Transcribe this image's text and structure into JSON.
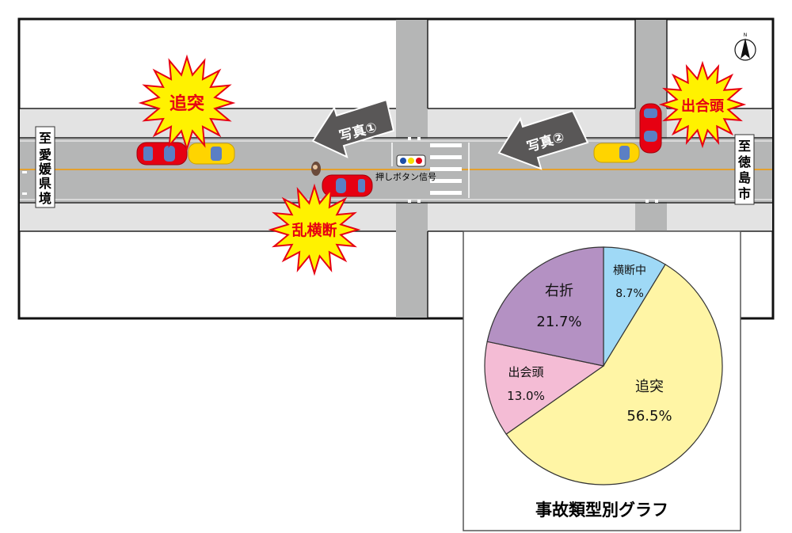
{
  "map": {
    "west_sign": [
      "至",
      "愛",
      "媛",
      "県",
      "境"
    ],
    "east_sign": [
      "至",
      "徳",
      "島",
      "市"
    ],
    "north_label": "N",
    "signal_label": "押しボタン信号",
    "photo1": "写真①",
    "photo2": "写真②",
    "bursts": {
      "rear_end": "追突",
      "jaywalk": "乱横断",
      "crossing": "出合頭"
    },
    "colors": {
      "burst_fill": "#fff200",
      "burst_stroke": "#e60012",
      "road": "#b5b6b6",
      "sidewalk": "#e3e3e3",
      "center_line": "#f39800",
      "arrow": "#595757"
    }
  },
  "chart_data": {
    "type": "pie",
    "title": "事故類型別グラフ",
    "start": "top",
    "direction": "clockwise",
    "slices": [
      {
        "label": "横断中",
        "value": 8.7,
        "value_label": "8.7%",
        "color": "#9fd9f6"
      },
      {
        "label": "追突",
        "value": 56.5,
        "value_label": "56.5%",
        "color": "#fff5a5"
      },
      {
        "label": "出会頭",
        "value": 13.0,
        "value_label": "13.0%",
        "color": "#f4bcd5"
      },
      {
        "label": "右折",
        "value": 21.7,
        "value_label": "21.7%",
        "color": "#b491c3"
      }
    ]
  }
}
